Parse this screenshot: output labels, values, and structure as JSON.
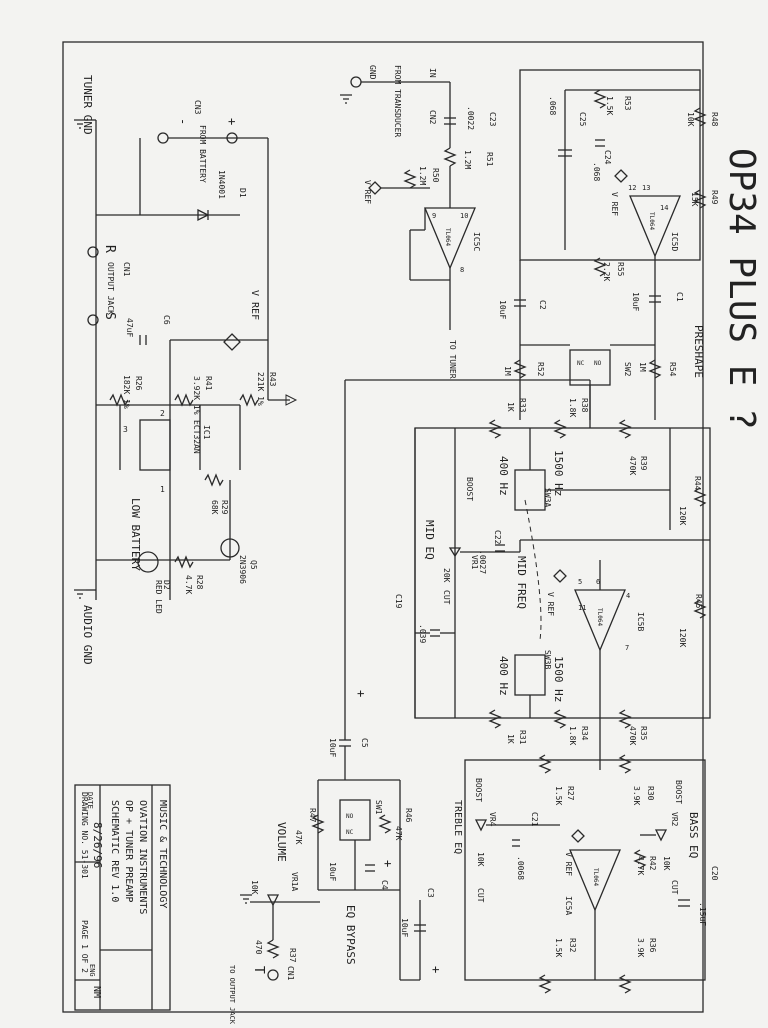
{
  "handwritten_note": "OP34 PLUS E ?",
  "title_block": {
    "company": "MUSIC & TECHNOLOGY",
    "org": "OVATION INSTRUMENTS",
    "project": "OP + TUNER PREAMP",
    "doc": "SCHEMATIC REV 1.0",
    "date_label": "DATE",
    "date": "8/26/96",
    "eng_label": "ENG",
    "eng": "NM",
    "drawing": "DRAWING NO. 51-301",
    "page": "PAGE 1 OF 2"
  },
  "sections": {
    "preshape": "PRESHAPE",
    "mid_eq": "MID EQ",
    "mid_freq": "MID FREQ",
    "treble_eq": "TREBLE EQ",
    "bass_eq": "BASS EQ",
    "eq_bypass": "EQ BYPASS",
    "volume": "VOLUME",
    "low_battery": "LOW BATTERY"
  },
  "labels": {
    "tuner_gnd": "TUNER GND",
    "audio_gnd": "AUDIO GND",
    "from_battery": "FROM BATTERY",
    "from_transducer": "FROM TRANSDUCER",
    "gnd": "GND",
    "in": "IN",
    "to_tuner": "TO TUNER",
    "output_jack": "OUTPUT JACK",
    "to_output_jack": "TO OUTPUT JACK",
    "v_ref": "V REF",
    "boost": "BOOST",
    "cut": "CUT",
    "freq_1500": "1500 Hz",
    "freq_400": "400 Hz",
    "plus": "+",
    "minus": "-",
    "r": "R",
    "s": "S",
    "t": "T"
  },
  "components": {
    "cn3": "CN3",
    "cn2": "CN2",
    "cn1": "CN1",
    "d1": "D1",
    "d1_val": "1N4001",
    "c6": "C6",
    "c6_val": "47uF",
    "r26": "R26",
    "r26_val": "182K 1%",
    "r41": "R41",
    "r41_val": "3.92K 1%",
    "r43": "R43",
    "r43_val": "221K 1%",
    "ic1": "IC1",
    "ic1_val": "ECT32AN",
    "r29": "R29",
    "r29_val": "68K",
    "q5": "Q5",
    "q5_val": "2N3906",
    "r28": "R28",
    "r28_val": "4.7K",
    "d2": "D2",
    "d2_val": "RED LED",
    "c23": "C23",
    "c23_val": ".0022",
    "r51": "R51",
    "r51_val": "1.2M",
    "r50": "R50",
    "r50_val": "1.2M",
    "ic5c": "IC5C",
    "tl064": "TL064",
    "c25": "C25",
    "c25_val": ".068",
    "r53": "R53",
    "r53_val": "1.5K",
    "r48": "R48",
    "r48_val": "10K",
    "c24": "C24",
    "c24_val": ".068",
    "r49": "R49",
    "r49_val": "15K",
    "ic5d": "IC5D",
    "r55": "R55",
    "r55_val": "2.2K",
    "c2": "C2",
    "c2_val": "10uF",
    "c1": "C1",
    "c1_val": "10uF",
    "r52": "R52",
    "r52_val": "1M",
    "r54": "R54",
    "r54_val": "1M",
    "sw2": "SW2",
    "nc": "NC",
    "no": "NO",
    "r33": "R33",
    "r33_val": "1K",
    "r38": "R38",
    "r38_val": "1.8K",
    "r39": "R39",
    "r39_val": "470K",
    "sw3a": "SW3A",
    "r44": "R44",
    "r44_val": "120K",
    "vr1": "VR1",
    "vr1_val": "20K",
    "c22": "C22",
    "c22_val": ".0027",
    "c19": "C19",
    "c19_val": ".039",
    "ic5b": "IC5B",
    "r45": "R45",
    "r45_val": "120K",
    "sw3b": "SW3B",
    "r31": "R31",
    "r31_val": "1K",
    "r34": "R34",
    "r34_val": "1.8K",
    "r35": "R35",
    "r35_val": "470K",
    "c5": "C5",
    "c5_val": "10uF",
    "r47": "R47",
    "r47_val": "47K",
    "sw1": "SW1",
    "r46": "R46",
    "r46_val": "47K",
    "c4": "C4",
    "c4_val": "10uF",
    "vr1a": "VR1A",
    "vr1a_val": "10K",
    "r37": "R37",
    "r37_val": "470",
    "c3": "C3",
    "c3_val": "10uF",
    "r27": "R27",
    "r27_val": "1.5K",
    "r30": "R30",
    "r30_val": "3.9K",
    "vr4": "VR4",
    "vr4_val": "10K",
    "c21": "C21",
    "c21_val": ".0068",
    "vr2": "VR2",
    "vr2_val": "10K",
    "r42": "R42",
    "r42_val": "4.7K",
    "ic5a": "IC5A",
    "c20": "C20",
    "c20_val": ".15uF",
    "r32": "R32",
    "r32_val": "1.5K",
    "r36": "R36",
    "r36_val": "3.9K",
    "pin_9": "9",
    "pin_10": "10",
    "pin_8": "8",
    "pin_12": "12",
    "pin_13": "13",
    "pin_14": "14",
    "pin_5": "5",
    "pin_6": "6",
    "pin_7": "7",
    "pin_4": "4",
    "pin_11": "11",
    "pin_1": "1",
    "pin_2": "2",
    "pin_3": "3"
  },
  "colors": {
    "ink": "#2a2a2a",
    "paper": "#f3f3f1"
  }
}
